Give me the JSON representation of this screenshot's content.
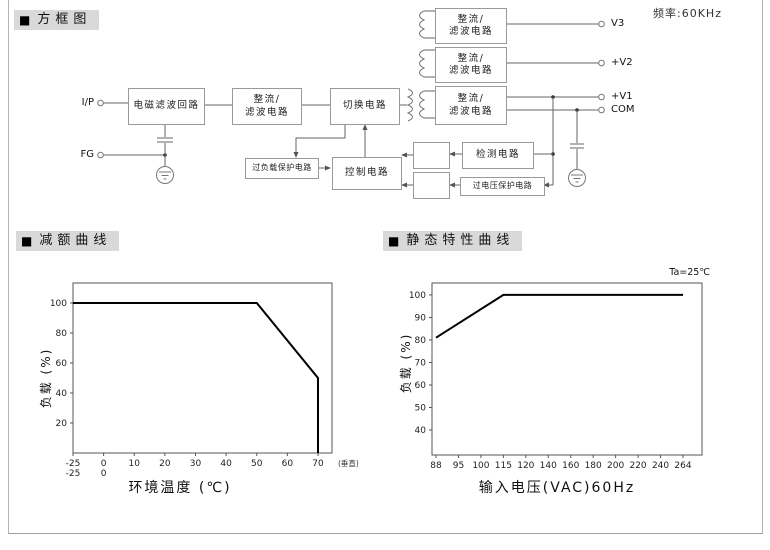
{
  "header": {
    "frequency_label": "频率:60KHz"
  },
  "sections": {
    "marker": "■",
    "block_diagram": "方框图",
    "derating": "减额曲线",
    "static_characteristic": "静态特性曲线"
  },
  "block_diagram": {
    "terminals": {
      "ip": "I/P",
      "fg": "FG",
      "v3": "V3",
      "v2": "+V2",
      "v1": "+V1",
      "com": "COM"
    },
    "blocks": {
      "emi_filter": "电磁滤波回路",
      "rectifier_line1": "整流/",
      "rectifier_line2": "滤波电路",
      "switching": "切换电路",
      "overload_protection": "过负载保护电路",
      "control": "控制电路",
      "detection": "检测电路",
      "overvoltage_protection": "过电压保护电路"
    }
  },
  "chart_data": [
    {
      "id": "derating_chart",
      "type": "line",
      "title": "减额曲线",
      "xlabel": "环境温度 (℃)",
      "ylabel": "负载 (%)",
      "x_ticks": [
        -25,
        0,
        10,
        20,
        30,
        40,
        50,
        60,
        70
      ],
      "x_ticks_row2": [
        "-25",
        "0"
      ],
      "x_note": "(垂直)",
      "y_ticks": [
        20,
        40,
        60,
        80,
        100
      ],
      "ylim": [
        0,
        113.3
      ],
      "grid": false,
      "points": [
        [
          -25,
          100
        ],
        [
          50,
          100
        ],
        [
          70,
          50
        ],
        [
          70,
          0
        ]
      ]
    },
    {
      "id": "static_chart",
      "type": "line",
      "title": "静态特性曲线",
      "annotation": "Ta=25℃",
      "xlabel": "输入电压(VAC)60Hz",
      "ylabel": "负载 (%)",
      "x_ticks": [
        88,
        95,
        100,
        115,
        120,
        140,
        160,
        180,
        200,
        220,
        240,
        264
      ],
      "y_ticks": [
        40,
        50,
        60,
        70,
        80,
        90,
        100
      ],
      "ylim": [
        28.9,
        105.3
      ],
      "grid": false,
      "points": [
        [
          88,
          81
        ],
        [
          115,
          100
        ],
        [
          264,
          100
        ]
      ]
    }
  ]
}
